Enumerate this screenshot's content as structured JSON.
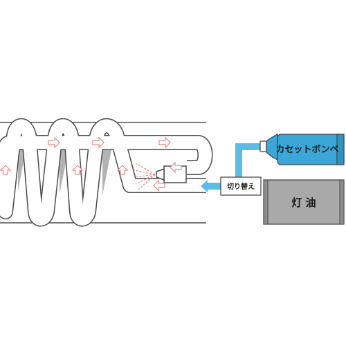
{
  "labels": {
    "cassette": "カセットボンベ",
    "kerosene": "灯 油",
    "switch": "切り替え"
  },
  "colors": {
    "fuel_blue": "#5bbde4",
    "cassette_blue": "#3aa7d8",
    "tank_gray": "#a9a9a9",
    "coil_shadow": "#b3b3b3",
    "airflow_arrow": "#e88a8a",
    "outline": "#4a4a4a"
  }
}
